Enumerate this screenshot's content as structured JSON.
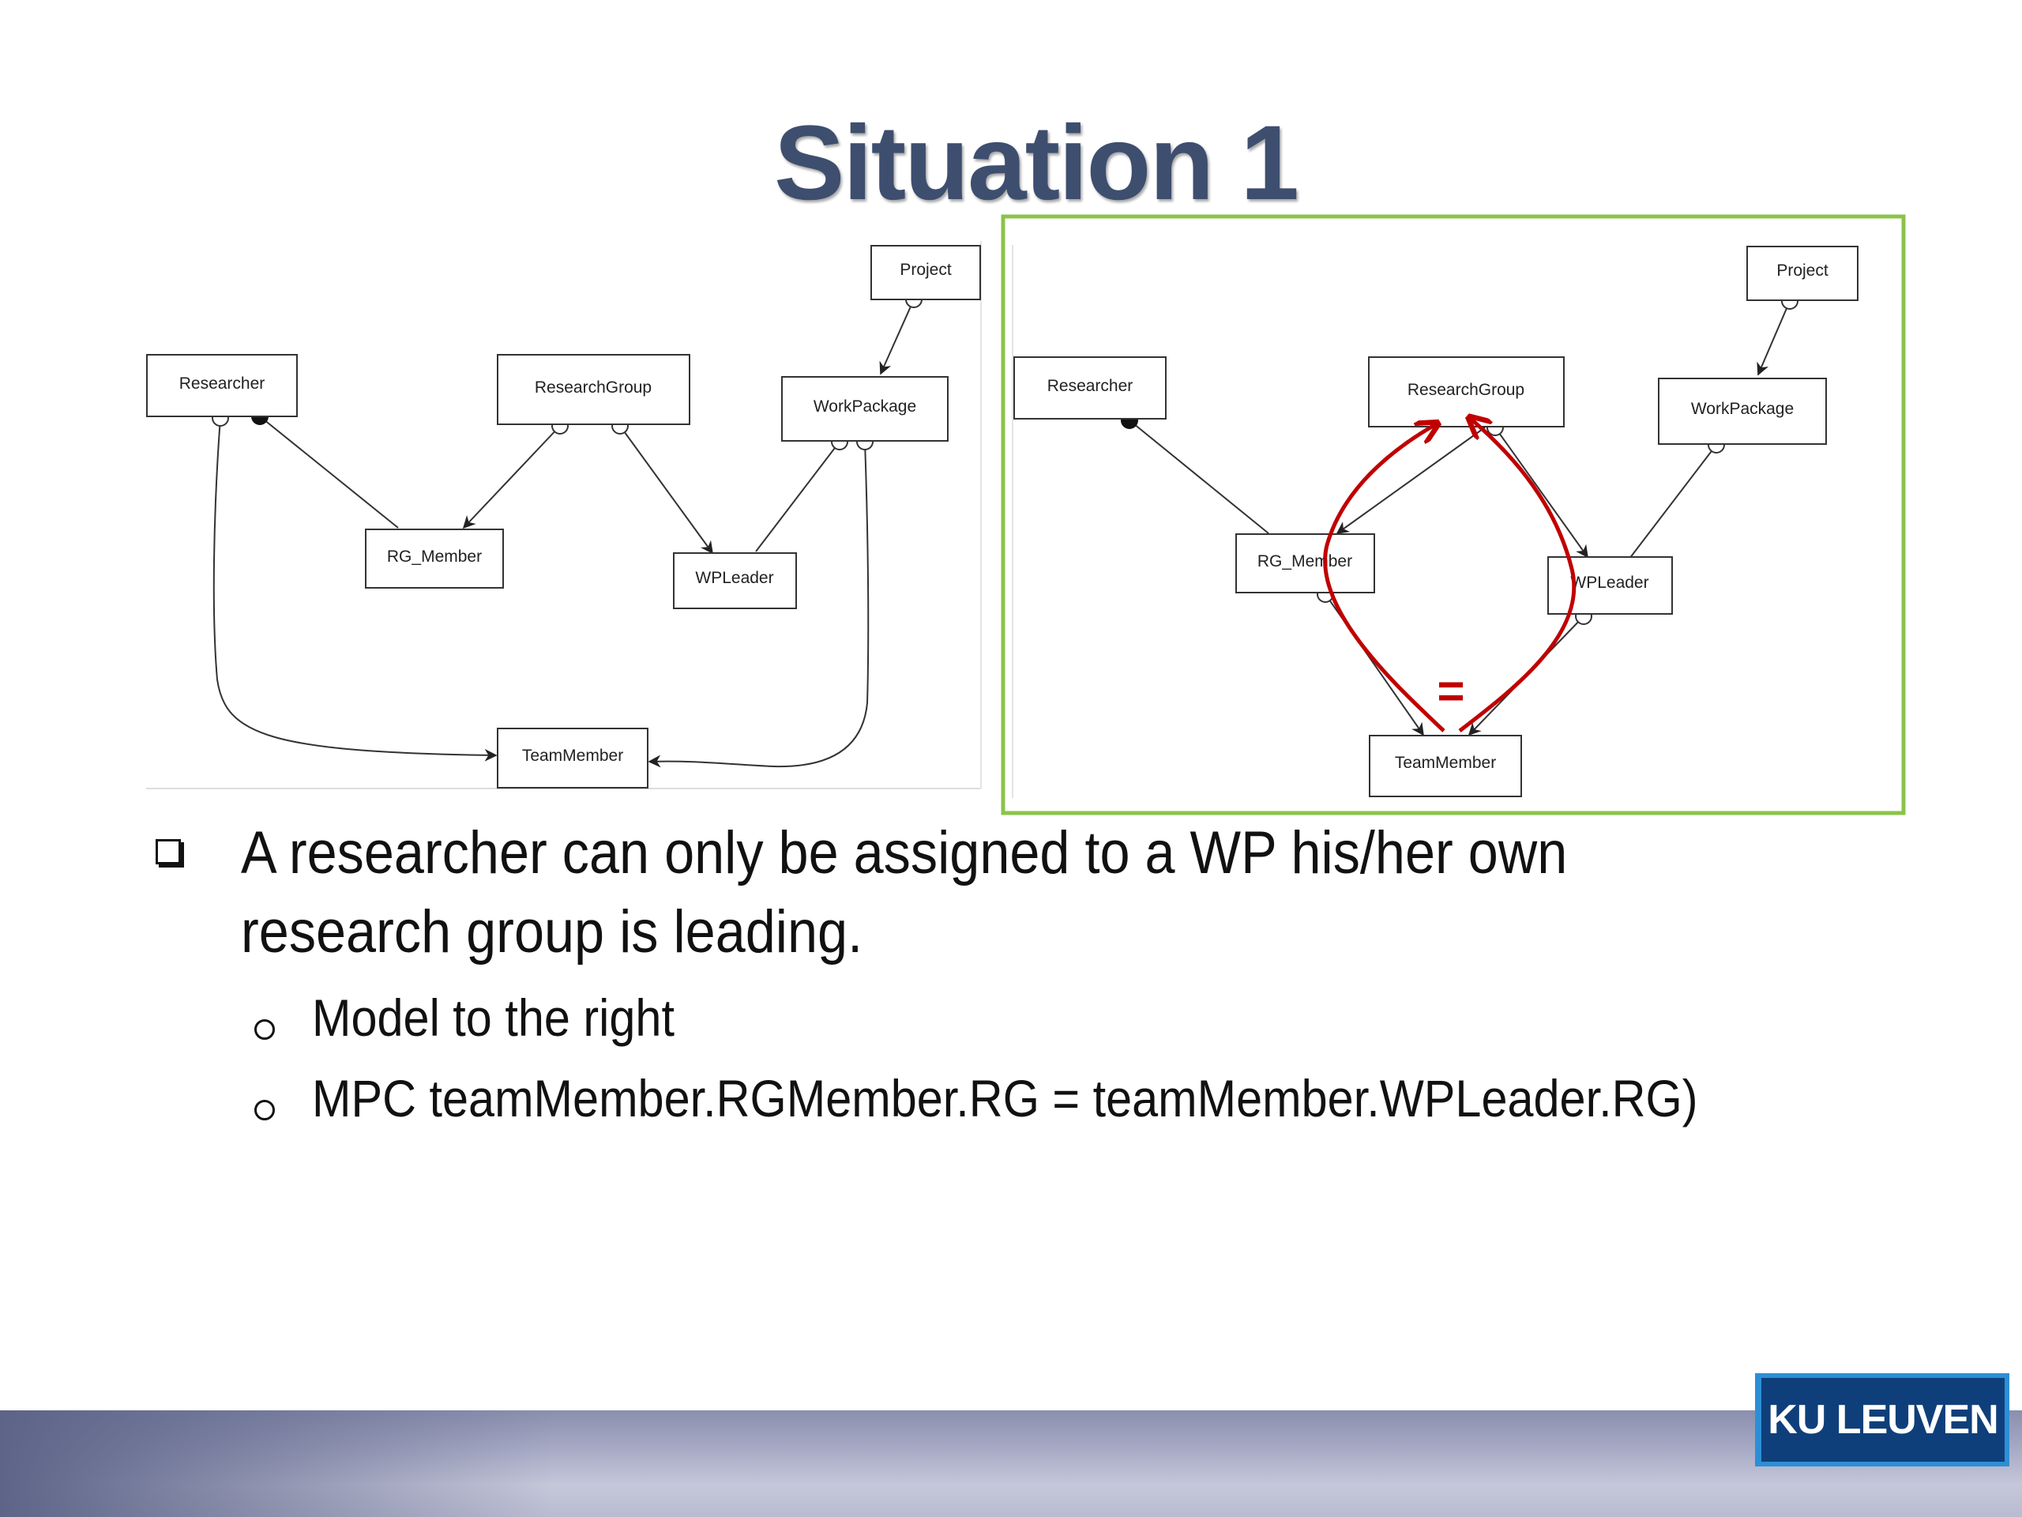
{
  "slide": {
    "title": "Situation 1"
  },
  "diagram_left": {
    "nodes": {
      "project": "Project",
      "researcher": "Researcher",
      "research_group": "ResearchGroup",
      "work_package": "WorkPackage",
      "rg_member": "RG_Member",
      "wp_leader": "WPLeader",
      "team_member": "TeamMember"
    }
  },
  "diagram_right": {
    "nodes": {
      "project": "Project",
      "researcher": "Researcher",
      "research_group": "ResearchGroup",
      "work_package": "WorkPackage",
      "rg_member": "RG_Member",
      "wp_leader": "WPLeader",
      "team_member": "TeamMember"
    },
    "annotation": "=",
    "highlight_color": "#8bc34a",
    "path_color": "#c00000"
  },
  "bullets": {
    "main": "A researcher can only be assigned to a WP his/her own research group is leading.",
    "sub1": "Model to the right",
    "sub2": "MPC teamMember.RGMember.RG = teamMember.WPLeader.RG)"
  },
  "footer": {
    "logo": "KU LEUVEN"
  }
}
